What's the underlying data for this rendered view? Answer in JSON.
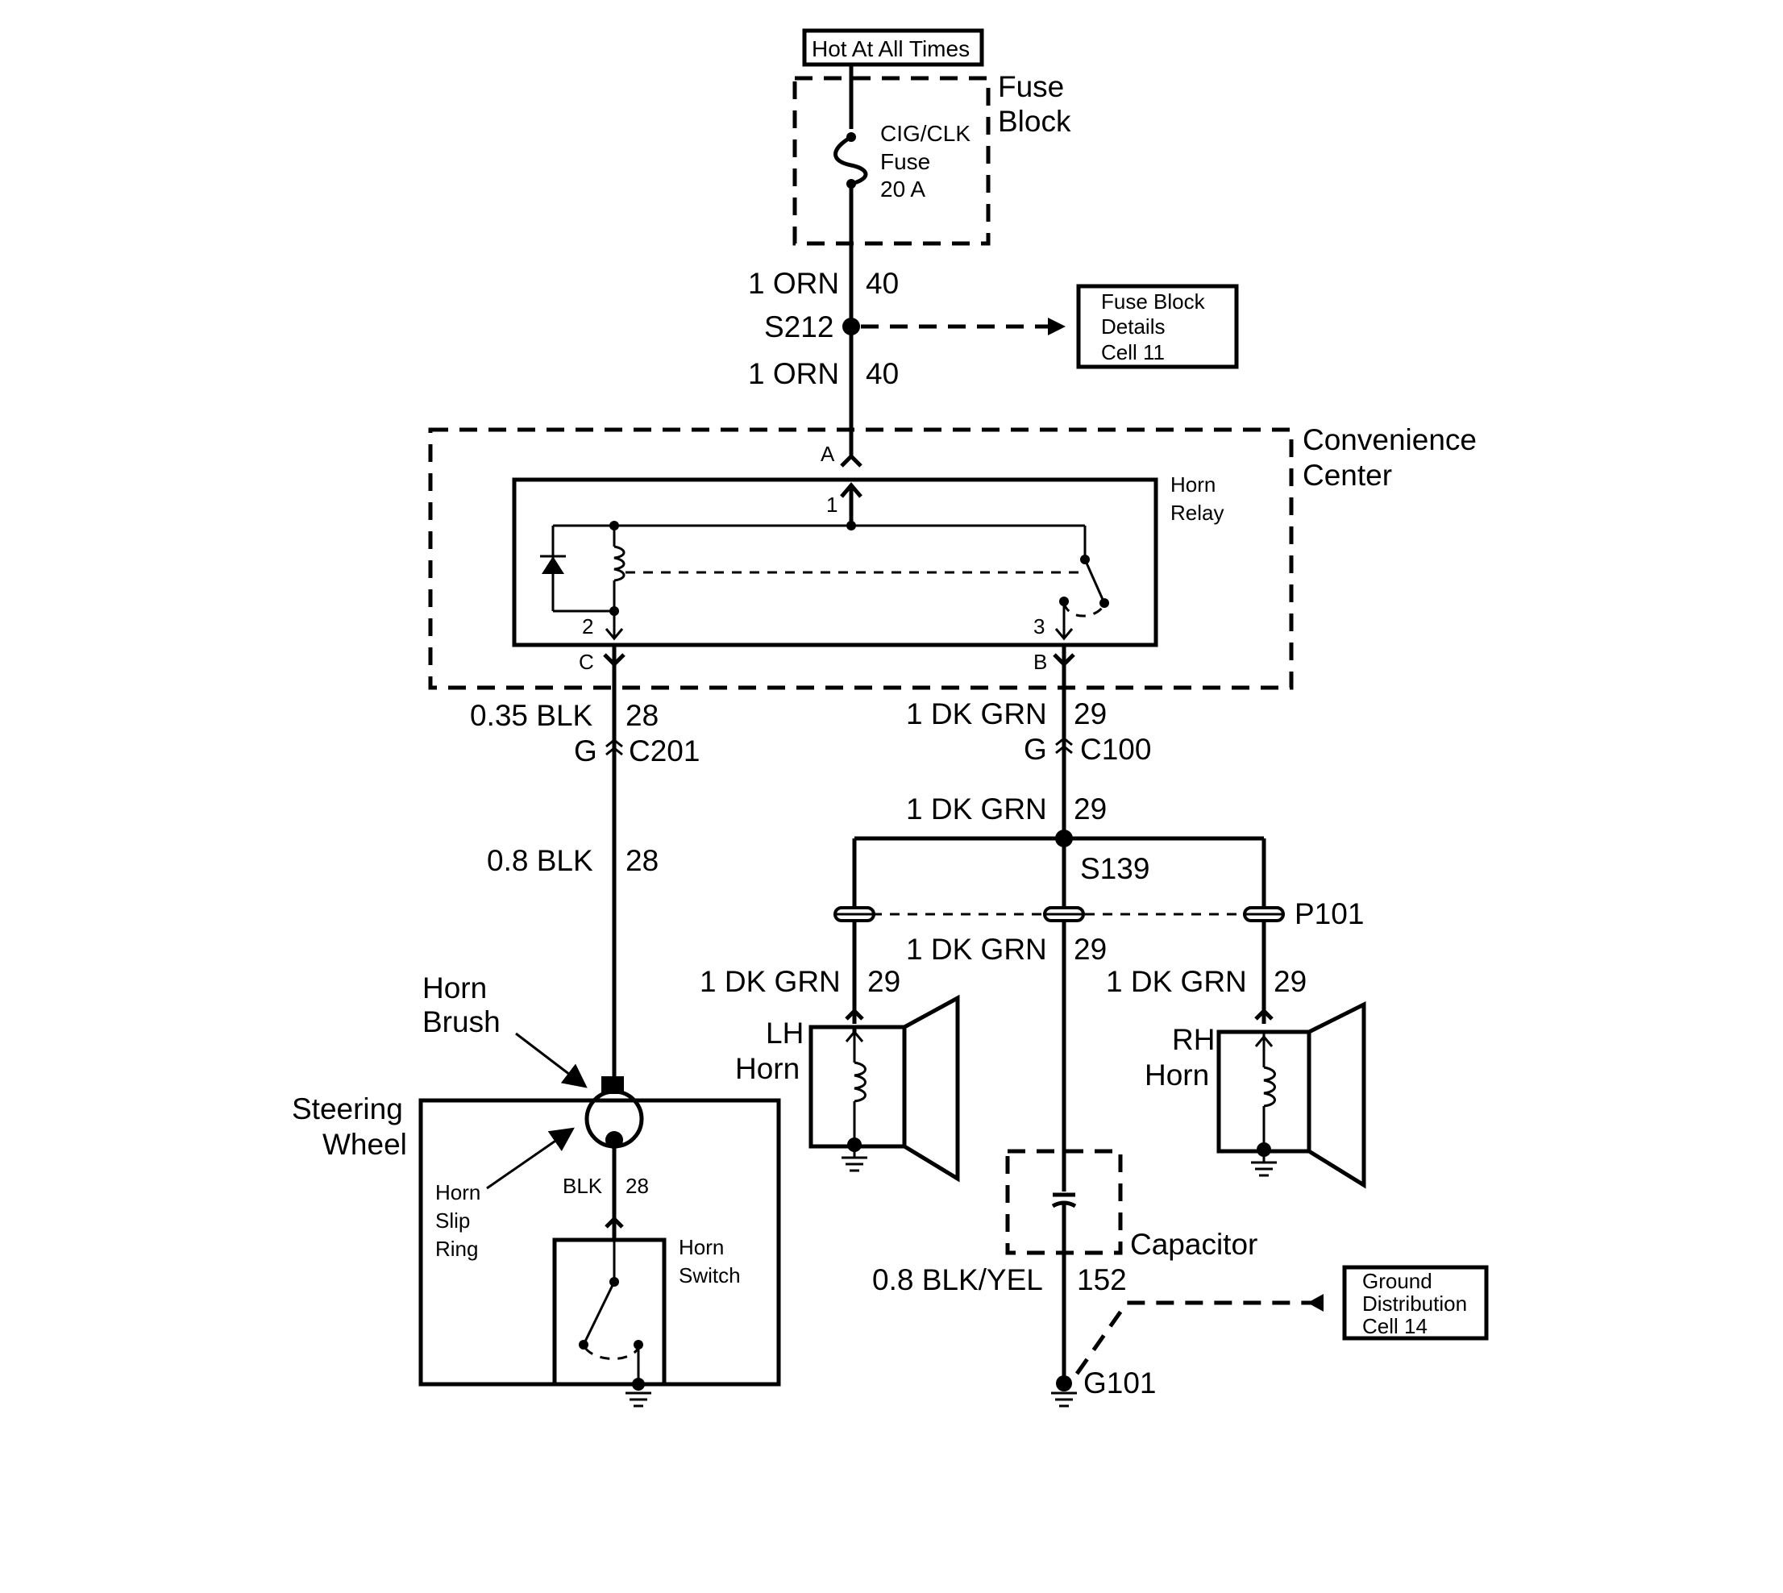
{
  "supply": {
    "label": "Hot At All Times",
    "fuse_block": "Fuse Block",
    "fuse_name": "CIG/CLK",
    "fuse_word": "Fuse",
    "fuse_rating": "20 A"
  },
  "feed": {
    "wire_top": "1 ORN",
    "circuit_top": "40",
    "splice": "S212",
    "wire_bottom": "1 ORN",
    "circuit_bottom": "40"
  },
  "ref_fuse": {
    "line1": "Fuse Block",
    "line2": "Details",
    "line3": "Cell 11"
  },
  "convenience_center": {
    "line1": "Convenience",
    "line2": "Center"
  },
  "relay": {
    "line1": "Horn",
    "line2": "Relay",
    "pin_a": "A",
    "pin_1": "1",
    "pin_2": "2",
    "pin_3": "3",
    "pin_c": "C",
    "pin_b": "B"
  },
  "left_branch": {
    "wire1": "0.35 BLK",
    "circuit1": "28",
    "conn_pin": "G",
    "connector": "C201",
    "wire2": "0.8 BLK",
    "circuit2": "28"
  },
  "right_branch": {
    "wire1": "1 DK GRN",
    "circuit1": "29",
    "conn_pin": "G",
    "connector": "C100",
    "wire2": "1 DK GRN",
    "circuit2": "29",
    "splice": "S139",
    "connector2": "P101",
    "lh_wire": "1 DK GRN",
    "lh_circuit": "29",
    "mid_wire": "1 DK GRN",
    "mid_circuit": "29",
    "rh_wire": "1 DK GRN",
    "rh_circuit": "29"
  },
  "lh_horn": {
    "line1": "LH",
    "line2": "Horn"
  },
  "rh_horn": {
    "line1": "RH",
    "line2": "Horn"
  },
  "capacitor": {
    "label": "Capacitor",
    "wire": "0.8 BLK/YEL",
    "circuit": "152",
    "ground": "G101"
  },
  "ref_ground": {
    "line1": "Ground",
    "line2": "Distribution",
    "line3": "Cell 14"
  },
  "steering": {
    "brush1": "Horn",
    "brush2": "Brush",
    "wheel1": "Steering",
    "wheel2": "Wheel",
    "slip1": "Horn",
    "slip2": "Slip",
    "slip3": "Ring",
    "wire": "BLK",
    "circuit": "28",
    "switch1": "Horn",
    "switch2": "Switch"
  }
}
